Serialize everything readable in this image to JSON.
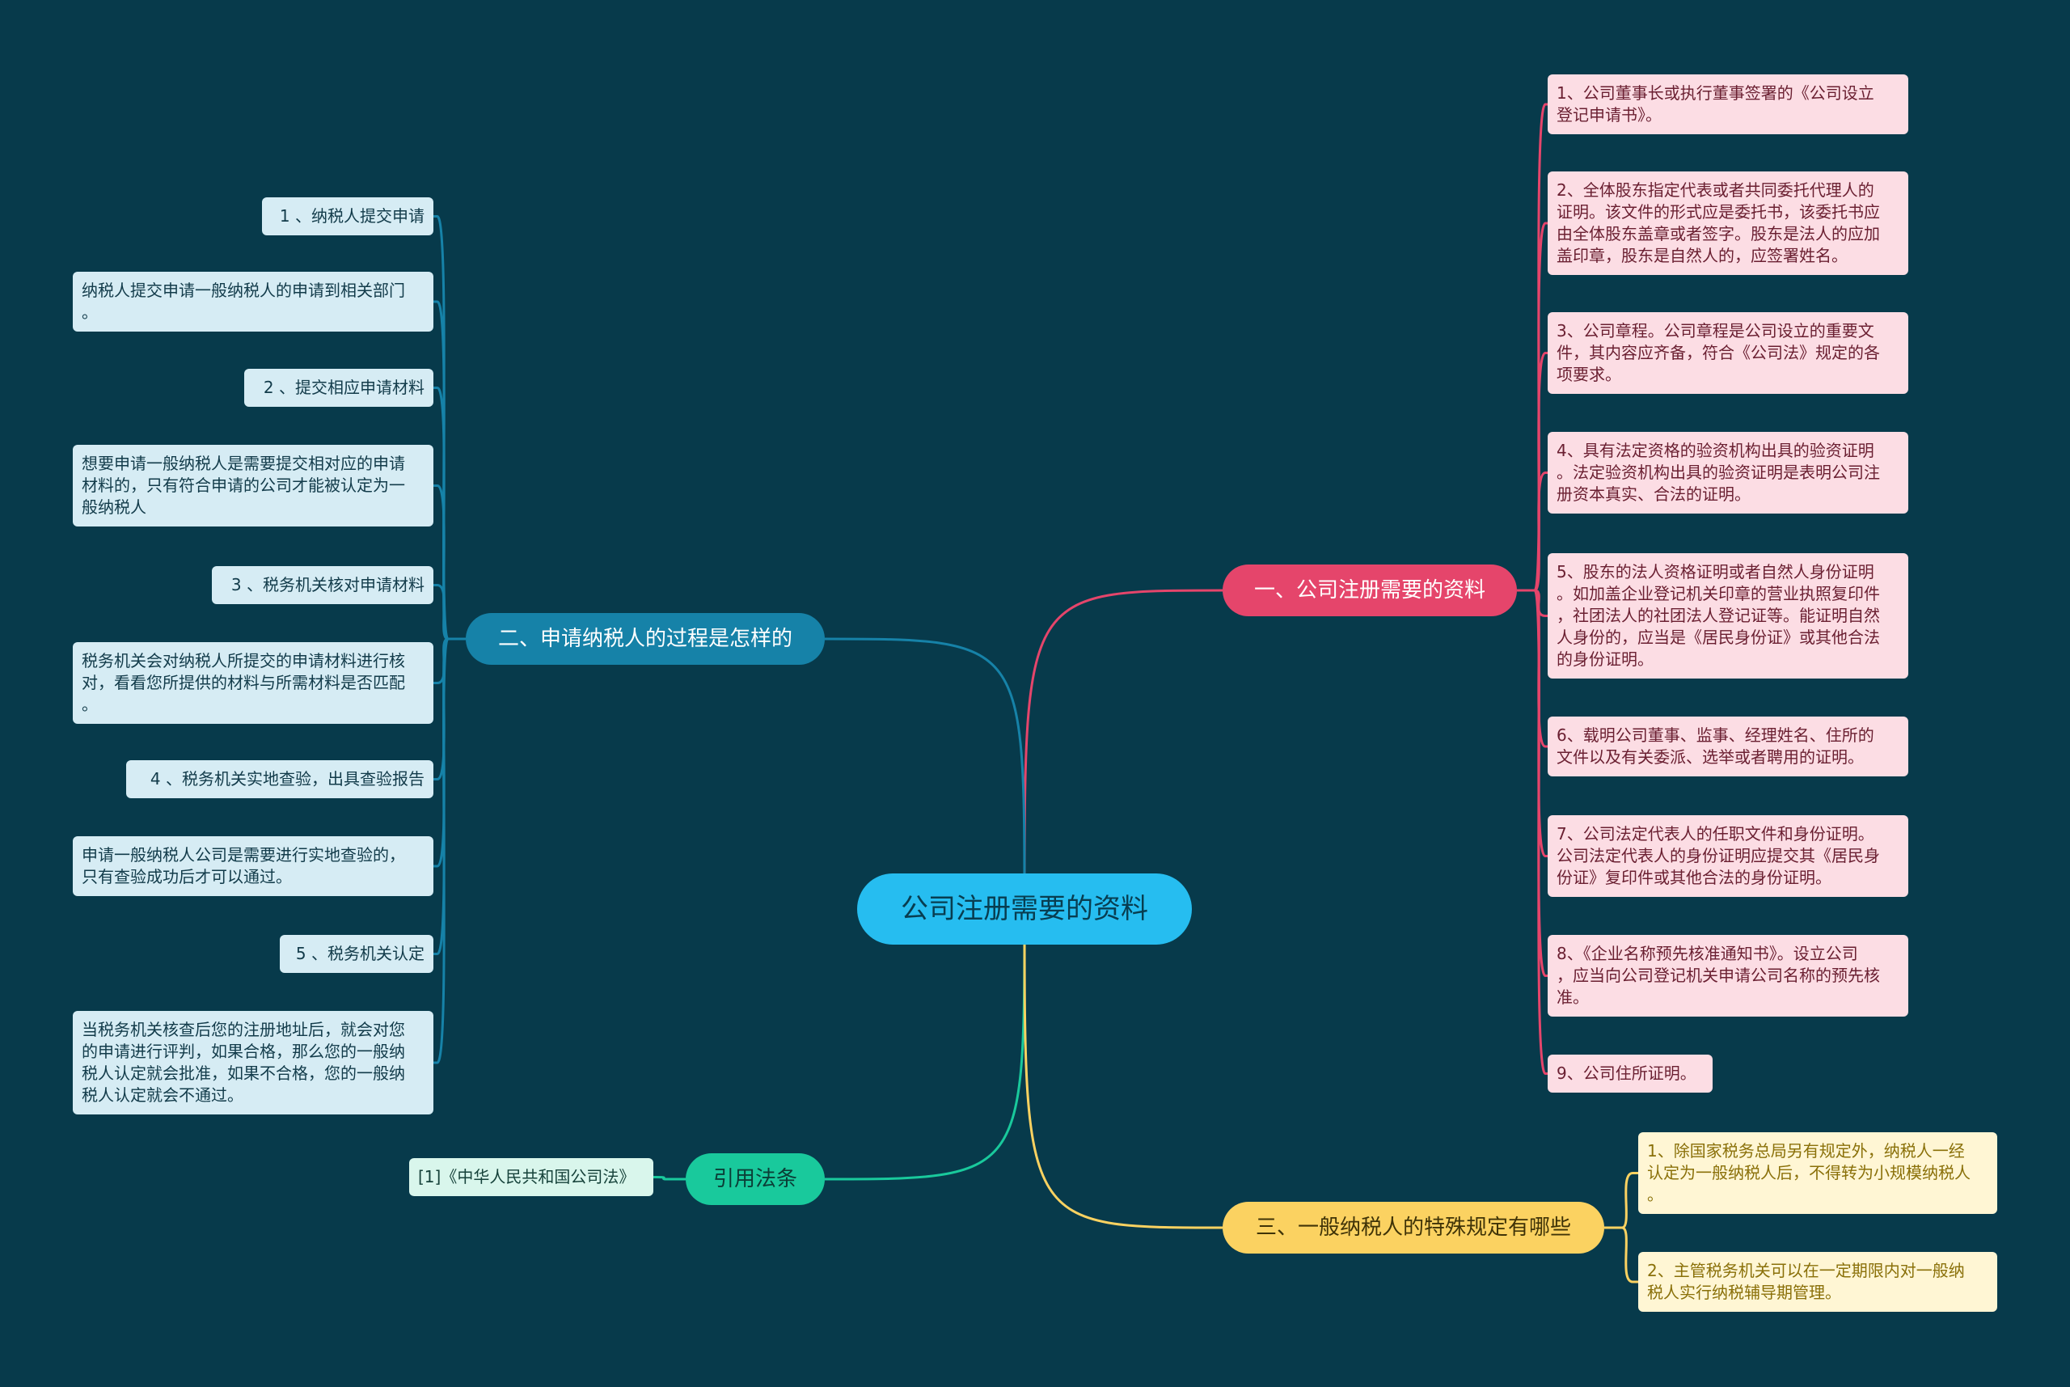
{
  "root": {
    "label": "公司注册需要的资料"
  },
  "branches": {
    "b1": {
      "label": "一、公司注册需要的资料",
      "color": "#e5456b"
    },
    "b2": {
      "label": "二、申请纳税人的过程是怎样的",
      "color": "#1682a8"
    },
    "b3": {
      "label": "引用法条",
      "color": "#19c99c"
    },
    "b4": {
      "label": "三、一般纳税人的特殊规定有哪些",
      "color": "#fbd261"
    }
  },
  "b1_leaves": [
    "1、公司董事长或执行董事签署的《公司设立\n登记申请书》。",
    "2、全体股东指定代表或者共同委托代理人的\n证明。该文件的形式应是委托书，该委托书应\n由全体股东盖章或者签字。股东是法人的应加\n盖印章，股东是自然人的，应签署姓名。",
    "3、公司章程。公司章程是公司设立的重要文\n件，其内容应齐备，符合《公司法》规定的各\n项要求。",
    "4、具有法定资格的验资机构出具的验资证明\n。法定验资机构出具的验资证明是表明公司注\n册资本真实、合法的证明。",
    "5、股东的法人资格证明或者自然人身份证明\n。如加盖企业登记机关印章的营业执照复印件\n，社团法人的社团法人登记证等。能证明自然\n人身份的，应当是《居民身份证》或其他合法\n的身份证明。",
    "6、载明公司董事、监事、经理姓名、住所的\n文件以及有关委派、选举或者聘用的证明。",
    "7、公司法定代表人的任职文件和身份证明。\n公司法定代表人的身份证明应提交其《居民身\n份证》复印件或其他合法的身份证明。",
    "8、《企业名称预先核准通知书》。设立公司\n，应当向公司登记机关申请公司名称的预先核\n准。",
    "9、公司住所证明。"
  ],
  "b2_leaves": [
    "1 、纳税人提交申请",
    "纳税人提交申请一般纳税人的申请到相关部门\n。",
    "2 、提交相应申请材料",
    "想要申请一般纳税人是需要提交相对应的申请\n材料的，只有符合申请的公司才能被认定为一\n般纳税人",
    "3 、税务机关核对申请材料",
    "税务机关会对纳税人所提交的申请材料进行核\n对，看看您所提供的材料与所需材料是否匹配\n。",
    "4 、税务机关实地查验，出具查验报告",
    "申请一般纳税人公司是需要进行实地查验的，\n只有查验成功后才可以通过。",
    "5 、税务机关认定",
    "当税务机关核查后您的注册地址后，就会对您\n的申请进行评判，如果合格，那么您的一般纳\n税人认定就会批准，如果不合格，您的一般纳\n税人认定就会不通过。"
  ],
  "b3_leaves": [
    "[1]《中华人民共和国公司法》"
  ],
  "b4_leaves": [
    "1、除国家税务总局另有规定外，纳税人一经\n认定为一般纳税人后，不得转为小规模纳税人\n。",
    "2、主管税务机关可以在一定期限内对一般纳\n税人实行纳税辅导期管理。"
  ]
}
